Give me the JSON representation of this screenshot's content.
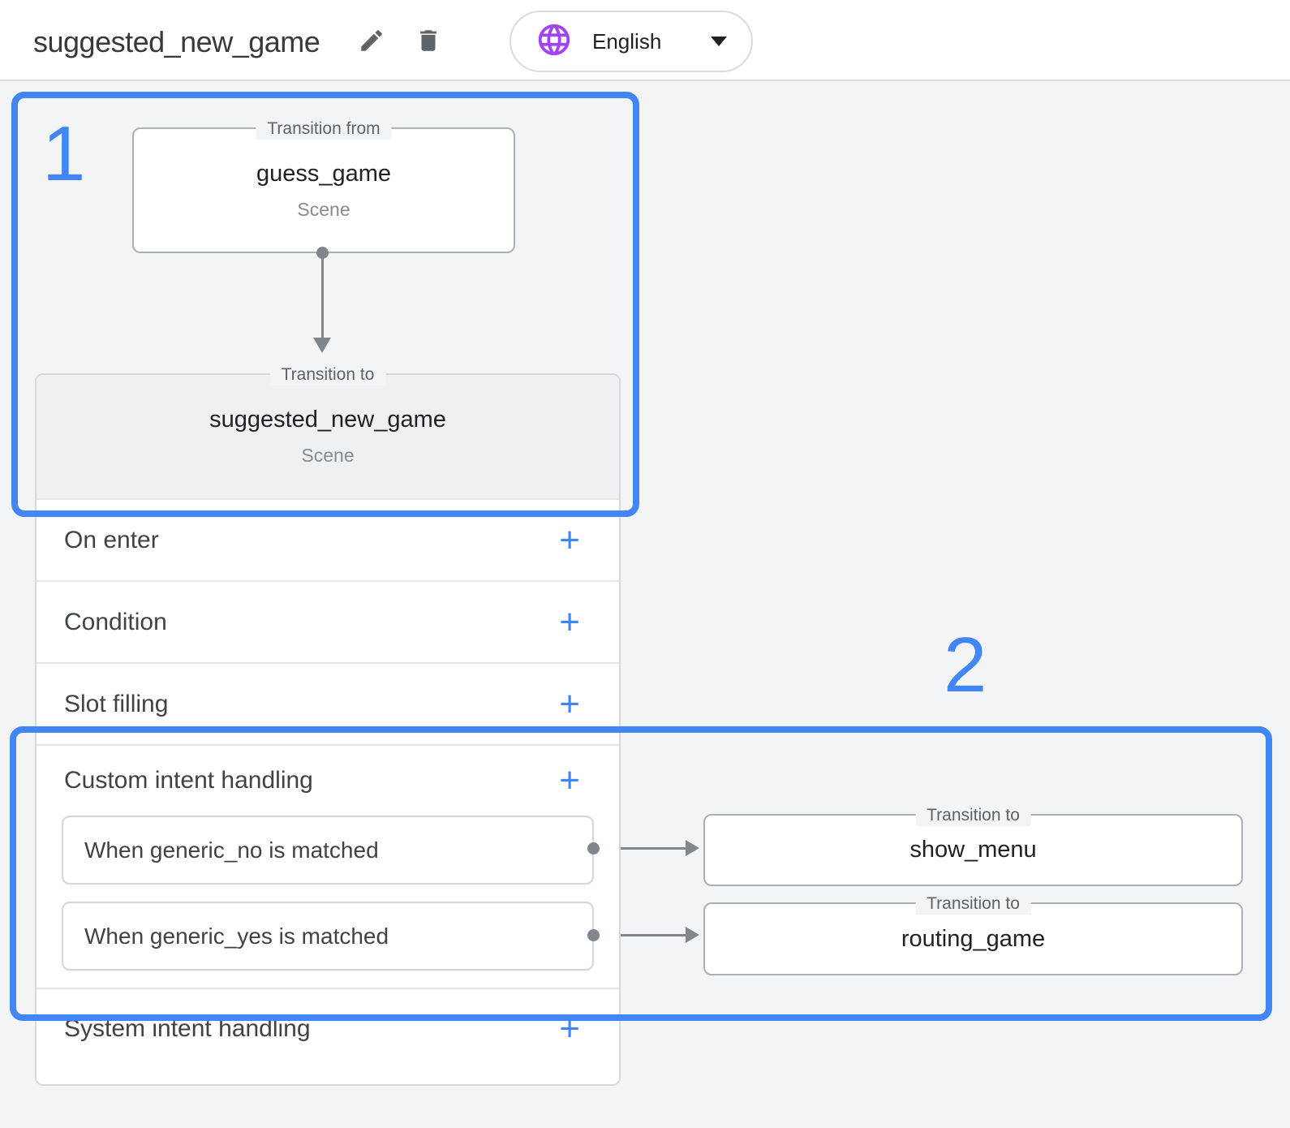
{
  "header": {
    "title": "suggested_new_game",
    "edit_icon": "pencil-icon",
    "delete_icon": "trash-icon",
    "language": {
      "label": "English",
      "icon": "globe-icon"
    }
  },
  "annotations": {
    "step1": "1",
    "step2": "2"
  },
  "flow": {
    "transition_from": {
      "legend": "Transition from",
      "name": "guess_game",
      "type": "Scene"
    },
    "transition_to": {
      "legend": "Transition to",
      "name": "suggested_new_game",
      "type": "Scene"
    }
  },
  "scene_panel": {
    "sections": [
      {
        "label": "On enter",
        "action": "+"
      },
      {
        "label": "Condition",
        "action": "+"
      },
      {
        "label": "Slot filling",
        "action": "+"
      },
      {
        "label": "Custom intent handling",
        "action": "+"
      },
      {
        "label": "System intent handling",
        "action": "+"
      }
    ],
    "custom_intents": [
      {
        "label": "When generic_no is matched",
        "transition": {
          "legend": "Transition to",
          "name": "show_menu"
        }
      },
      {
        "label": "When generic_yes is matched",
        "transition": {
          "legend": "Transition to",
          "name": "routing_game"
        }
      }
    ]
  },
  "colors": {
    "accent_blue": "#4285f4",
    "globe_purple": "#a142f4",
    "page_bg": "#f2f4f5",
    "panel_bg": "#ffffff",
    "muted_box_bg": "#eef0f1",
    "border_gray": "#d6d9dc",
    "flow_border": "#aab0b6",
    "connector_gray": "#80868b",
    "text_primary": "#202124",
    "text_secondary": "#5f6368",
    "label_text": "#3f4246"
  }
}
